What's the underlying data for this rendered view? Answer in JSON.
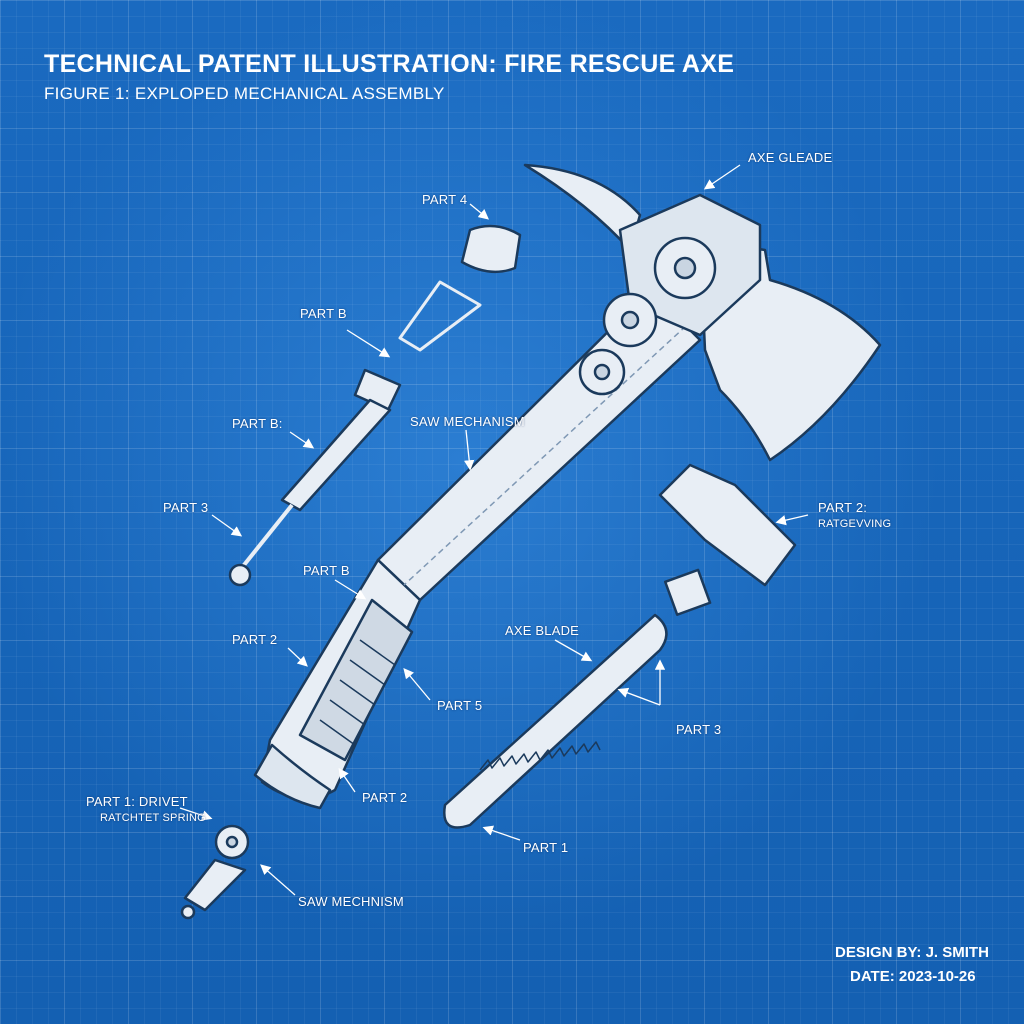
{
  "title": "TECHNICAL PATENT ILLUSTRATION: FIRE RESCUE AXE",
  "subtitle": "FIGURE 1: EXPLOPED MECHANICAL ASSEMBLY",
  "labels": {
    "axe_gleade": "AXE GLEADE",
    "part_4": "PART 4",
    "part_b_top": "PART B",
    "part_b_colon": "PART B:",
    "saw_mechanism_top": "SAW MECHANISM",
    "part_3_left": "PART 3",
    "part_b_mid": "PART B",
    "part_2_right_line1": "PART 2:",
    "part_2_right_line2": "RATGEVVING",
    "part_2_left": "PART 2",
    "axe_blade": "AXE BLADE",
    "part_5": "PART 5",
    "part_3_right": "PART 3",
    "part_2_bottom": "PART 2",
    "part_1_drivet_line1": "PART 1: DRIVET",
    "part_1_drivet_line2": "RATCHTET SPRING",
    "part_1": "PART 1",
    "saw_mechnism_bottom": "SAW MECHNISM"
  },
  "credits": {
    "design": "DESIGN BY: J. SMITH",
    "date": "DATE: 2023-10-26"
  },
  "colors": {
    "background": "#1a6ac0",
    "line": "#ffffff",
    "part_fill": "#e8eef5"
  }
}
